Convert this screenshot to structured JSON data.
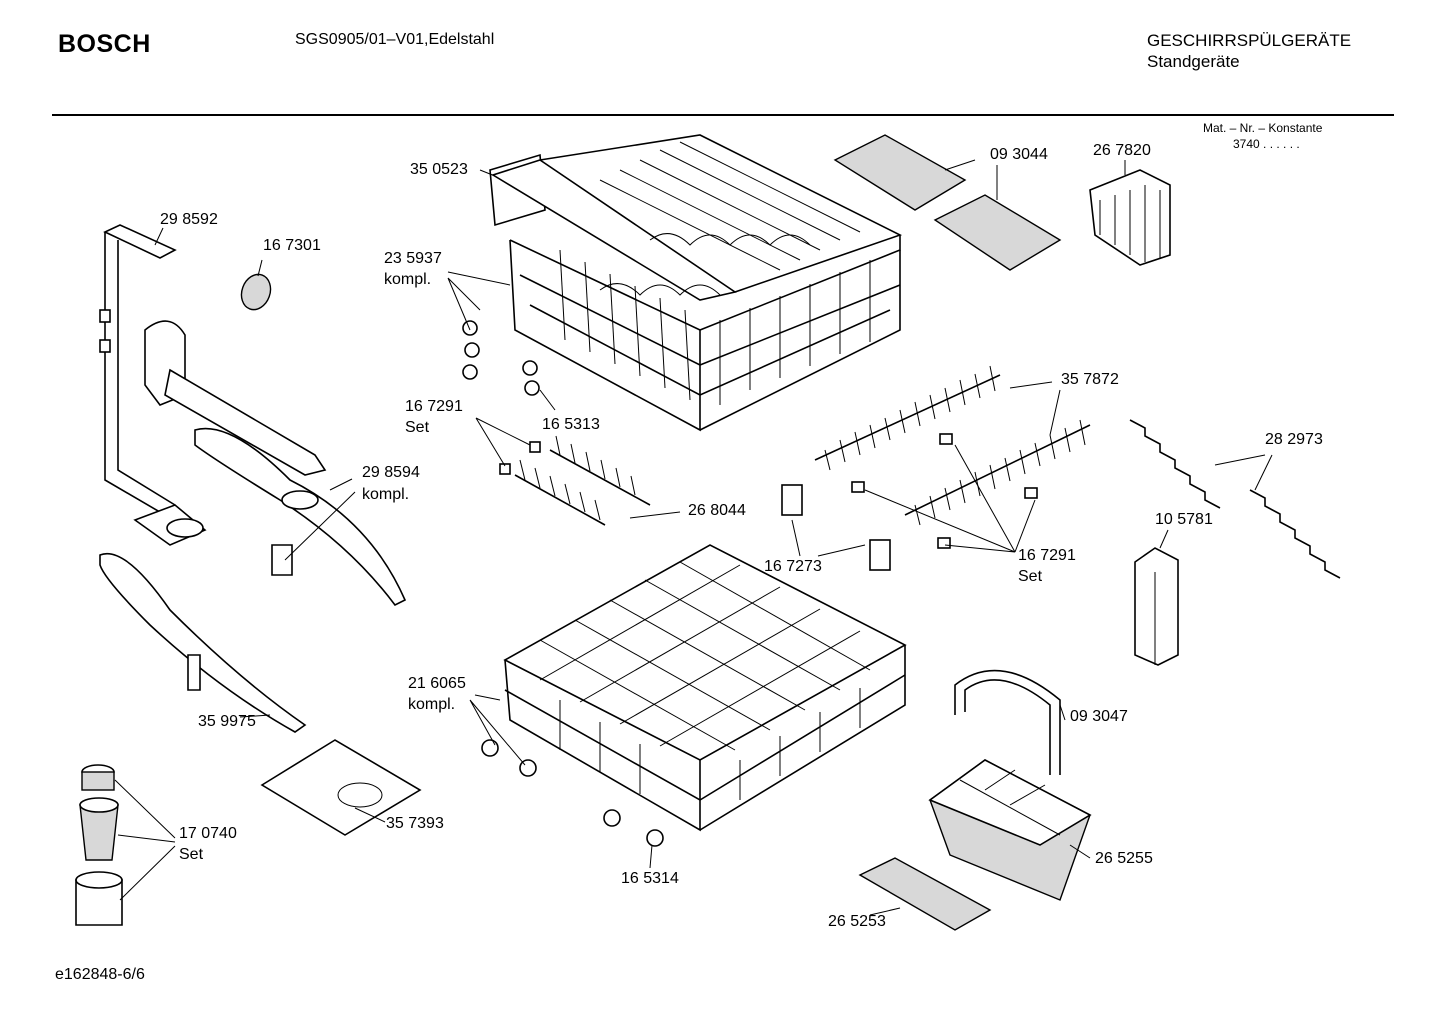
{
  "header": {
    "brand": "BOSCH",
    "model": "SGS0905/01–V01,Edelstahl",
    "category": "GESCHIRRSPÜLGERÄTE",
    "subcategory": "Standgeräte",
    "mat_label": "Mat. – Nr. – Konstante",
    "mat_value": "3740  .  .    .  .  .  ."
  },
  "parts": {
    "p350523": "35 0523",
    "p093044": "09 3044",
    "p267820": "26 7820",
    "p298592": "29 8592",
    "p167301": "16 7301",
    "p235937": "23 5937",
    "p235937_note": "kompl.",
    "p167291a": "16 7291",
    "p167291a_note": "Set",
    "p165313": "16 5313",
    "p357872": "35 7872",
    "p282973": "28 2973",
    "p298594": "29 8594",
    "p298594_note": "kompl.",
    "p268044": "26 8044",
    "p105781": "10 5781",
    "p167273": "16 7273",
    "p167291b": "16 7291",
    "p167291b_note": "Set",
    "p216065": "21 6065",
    "p216065_note": "kompl.",
    "p359975": "35 9975",
    "p093047": "09 3047",
    "p170740": "17 0740",
    "p170740_note": "Set",
    "p357393": "35 7393",
    "p165314": "16 5314",
    "p265255": "26 5255",
    "p265253": "26 5253"
  },
  "footer": {
    "doc_id": "e162848-6/6"
  }
}
